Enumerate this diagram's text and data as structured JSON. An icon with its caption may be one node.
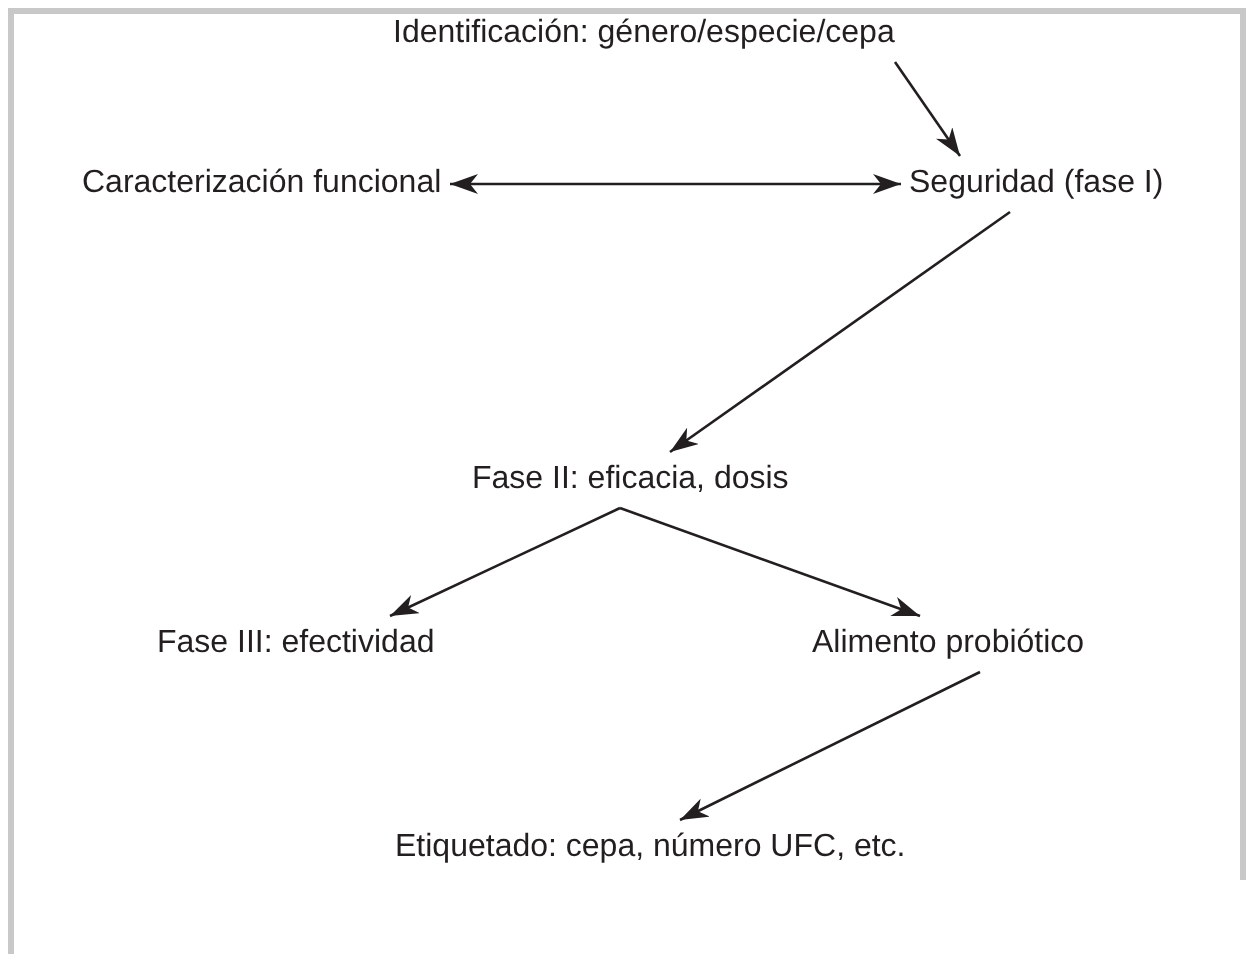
{
  "diagram": {
    "nodes": [
      {
        "text": [
          "Identificación: género/especie/cepa"
        ]
      },
      {
        "text": [
          "Caracterización funcional"
        ]
      },
      {
        "text": [
          "Seguridad (fase I)"
        ]
      },
      {
        "text": [
          "Fase II: eficacia, dosis"
        ]
      },
      {
        "text": [
          "Fase III: efectividad"
        ]
      },
      {
        "text": [
          "Alimento probiótico"
        ]
      },
      {
        "text": [
          "Etiquetado: cepa, número UFC, etc."
        ]
      }
    ],
    "edges": [
      {
        "from": 0,
        "to": 2,
        "arrow": "to"
      },
      {
        "from": 1,
        "to": 2,
        "arrow": "both"
      },
      {
        "from": 2,
        "to": 3,
        "arrow": "to"
      },
      {
        "from": 3,
        "to": 4,
        "arrow": "to"
      },
      {
        "from": 3,
        "to": 5,
        "arrow": "to"
      },
      {
        "from": 5,
        "to": 6,
        "arrow": "to"
      }
    ]
  }
}
